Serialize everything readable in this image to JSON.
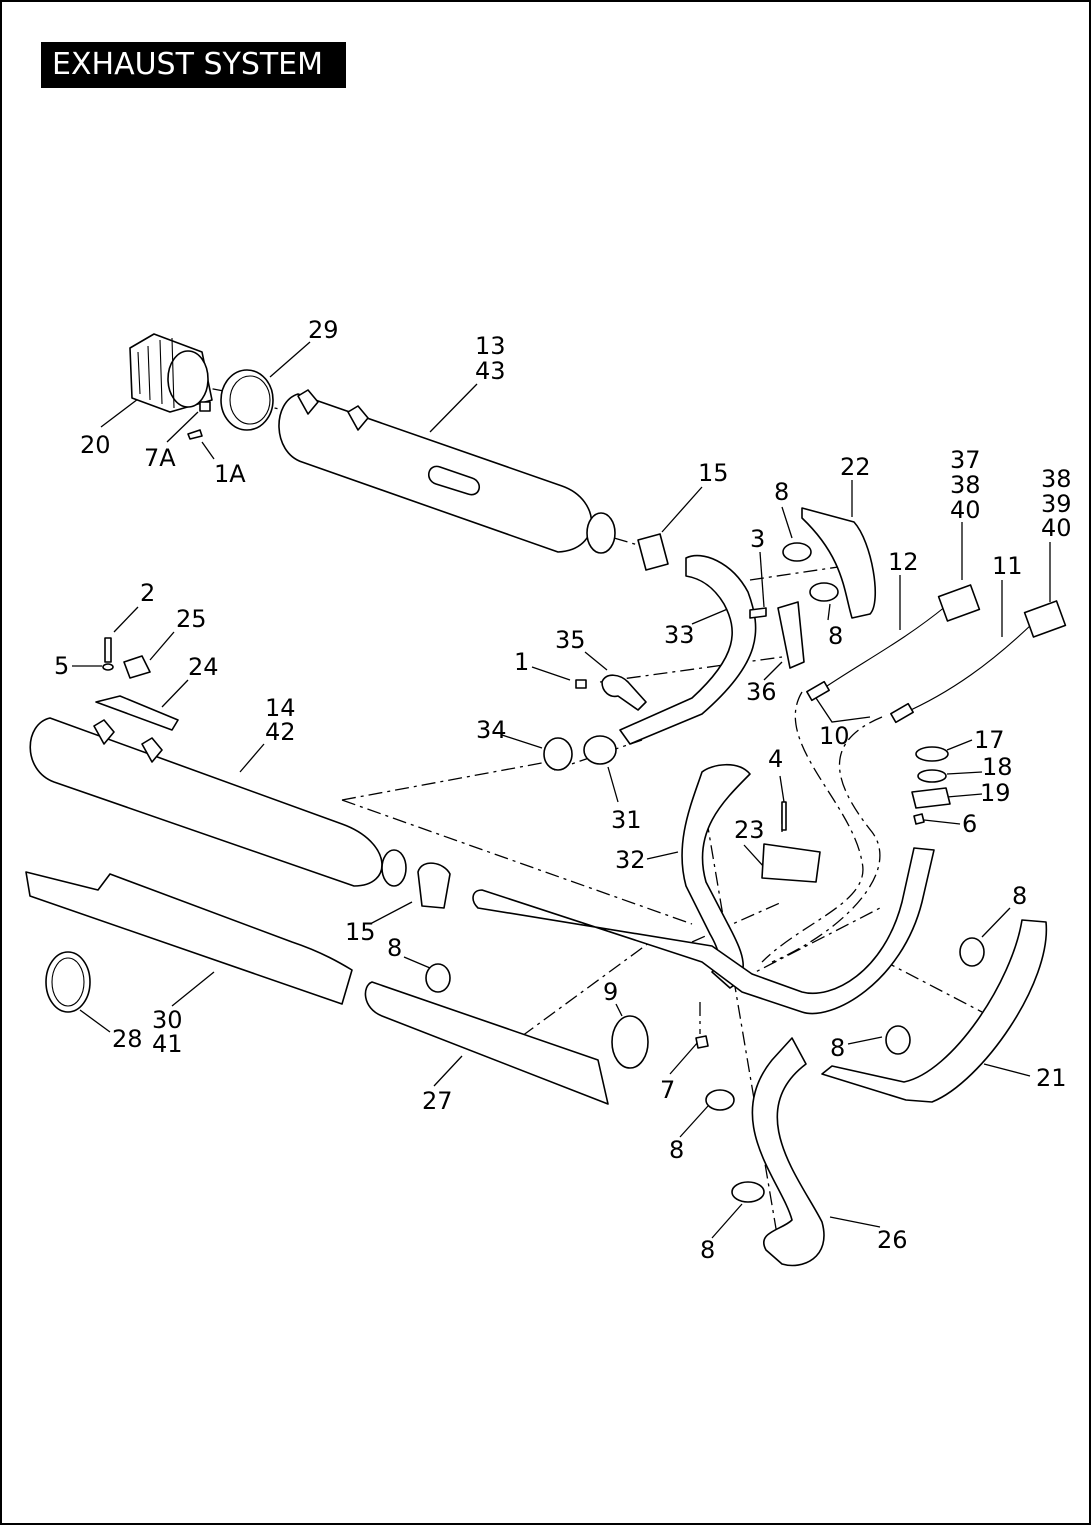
{
  "title": "EXHAUST SYSTEM",
  "callouts": [
    {
      "id": "c29",
      "text": "29"
    },
    {
      "id": "c13",
      "text": "13"
    },
    {
      "id": "c43a",
      "text": "43"
    },
    {
      "id": "c20",
      "text": "20"
    },
    {
      "id": "c7A",
      "text": "7A"
    },
    {
      "id": "c1A",
      "text": "1A"
    },
    {
      "id": "c15a",
      "text": "15"
    },
    {
      "id": "c22",
      "text": "22"
    },
    {
      "id": "c37",
      "text": "37"
    },
    {
      "id": "c38a",
      "text": "38"
    },
    {
      "id": "c40a",
      "text": "40"
    },
    {
      "id": "c38b",
      "text": "38"
    },
    {
      "id": "c39",
      "text": "39"
    },
    {
      "id": "c40b",
      "text": "40"
    },
    {
      "id": "c8a",
      "text": "8"
    },
    {
      "id": "c3",
      "text": "3"
    },
    {
      "id": "c12",
      "text": "12"
    },
    {
      "id": "c11",
      "text": "11"
    },
    {
      "id": "c2",
      "text": "2"
    },
    {
      "id": "c25",
      "text": "25"
    },
    {
      "id": "c33",
      "text": "33"
    },
    {
      "id": "c8b",
      "text": "8"
    },
    {
      "id": "c35",
      "text": "35"
    },
    {
      "id": "c5",
      "text": "5"
    },
    {
      "id": "c24",
      "text": "24"
    },
    {
      "id": "c1",
      "text": "1"
    },
    {
      "id": "c36",
      "text": "36"
    },
    {
      "id": "c14",
      "text": "14"
    },
    {
      "id": "c42",
      "text": "42"
    },
    {
      "id": "c34",
      "text": "34"
    },
    {
      "id": "c10",
      "text": "10"
    },
    {
      "id": "c17",
      "text": "17"
    },
    {
      "id": "c4",
      "text": "4"
    },
    {
      "id": "c18",
      "text": "18"
    },
    {
      "id": "c19",
      "text": "19"
    },
    {
      "id": "c31",
      "text": "31"
    },
    {
      "id": "c6",
      "text": "6"
    },
    {
      "id": "c23",
      "text": "23"
    },
    {
      "id": "c32",
      "text": "32"
    },
    {
      "id": "c8c",
      "text": "8"
    },
    {
      "id": "c15b",
      "text": "15"
    },
    {
      "id": "c8d",
      "text": "8"
    },
    {
      "id": "c9",
      "text": "9"
    },
    {
      "id": "c30",
      "text": "30"
    },
    {
      "id": "c41",
      "text": "41"
    },
    {
      "id": "c28",
      "text": "28"
    },
    {
      "id": "c8e",
      "text": "8"
    },
    {
      "id": "c7",
      "text": "7"
    },
    {
      "id": "c21",
      "text": "21"
    },
    {
      "id": "c27",
      "text": "27"
    },
    {
      "id": "c8f",
      "text": "8"
    },
    {
      "id": "c26",
      "text": "26"
    },
    {
      "id": "c8g",
      "text": "8"
    }
  ]
}
